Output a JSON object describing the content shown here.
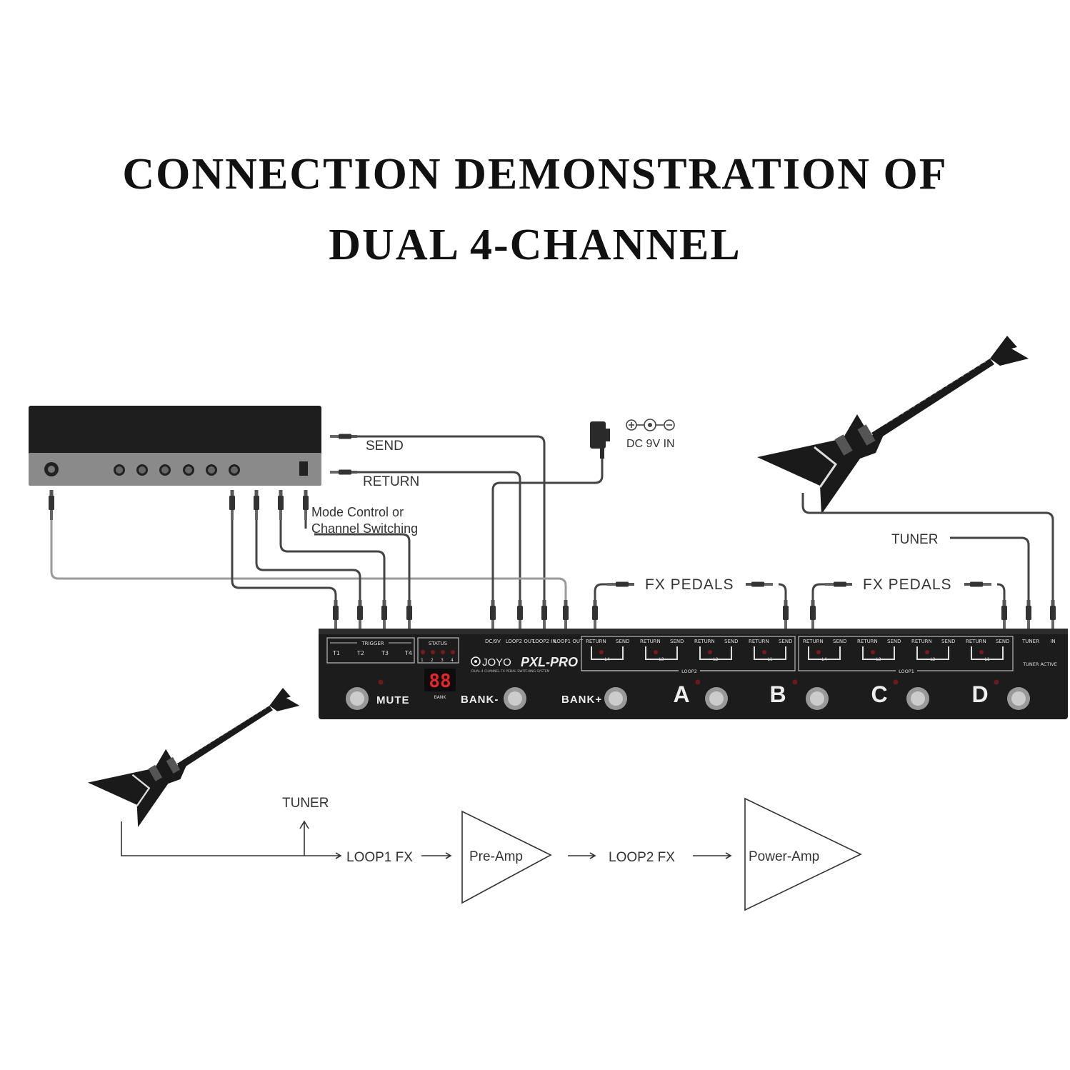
{
  "title": {
    "line1": "CONNECTION DEMONSTRATION OF",
    "line2": "DUAL 4-CHANNEL"
  },
  "amp": {
    "send_label": "SEND",
    "return_label": "RETURN",
    "mode_line1": "Mode Control or",
    "mode_line2": "Channel Switching"
  },
  "power": {
    "label": "DC 9V IN",
    "polarity": [
      "+",
      "c",
      "−"
    ]
  },
  "top_labels": {
    "fx_pedals_1": "FX PEDALS",
    "fx_pedals_2": "FX PEDALS",
    "tuner": "TUNER"
  },
  "pedalboard": {
    "brand": "JOYO",
    "model": "PXL-PRO",
    "subtitle": "DUAL 4 CHANNEL FX PEDAL SWITCHING SYSTEM",
    "trigger_label": "TRIGGER",
    "triggers": [
      "T1",
      "T2",
      "T3",
      "T4"
    ],
    "status_label": "STATUS",
    "status": [
      "1",
      "2",
      "3",
      "4"
    ],
    "dc_label": "DC/9V",
    "loop2_out": "LOOP2 OUT",
    "loop2_in": "LOOP2 IN",
    "loop1_out": "LOOP1 OUT",
    "return_label": "RETURN",
    "send_label": "SEND",
    "loop2_group": "LOOP2",
    "loop1_group": "LOOP1",
    "loop2_jacks": [
      "L4",
      "L3",
      "L2",
      "L1"
    ],
    "loop1_jacks": [
      "L4",
      "L3",
      "L2",
      "L1"
    ],
    "tuner_label": "TUNER",
    "in_label": "IN",
    "tuner_active": "TUNER ACTIVE",
    "display": "88",
    "display_label": "BANK",
    "mute": "MUTE",
    "bank_down": "BANK-",
    "bank_up": "BANK+",
    "channels": [
      "A",
      "B",
      "C",
      "D"
    ]
  },
  "flow": {
    "tuner": "TUNER",
    "loop1": "LOOP1 FX",
    "preamp": "Pre-Amp",
    "loop2": "LOOP2 FX",
    "poweramp": "Power-Amp"
  },
  "colors": {
    "device": "#1c1c1c",
    "amp_panel": "#8a8a8a",
    "led": "#e8252d",
    "cable": "#444444"
  },
  "icons": [
    "guitar-icon",
    "power-adapter-icon",
    "jack-plug-icon",
    "footswitch-icon",
    "knob-icon"
  ]
}
